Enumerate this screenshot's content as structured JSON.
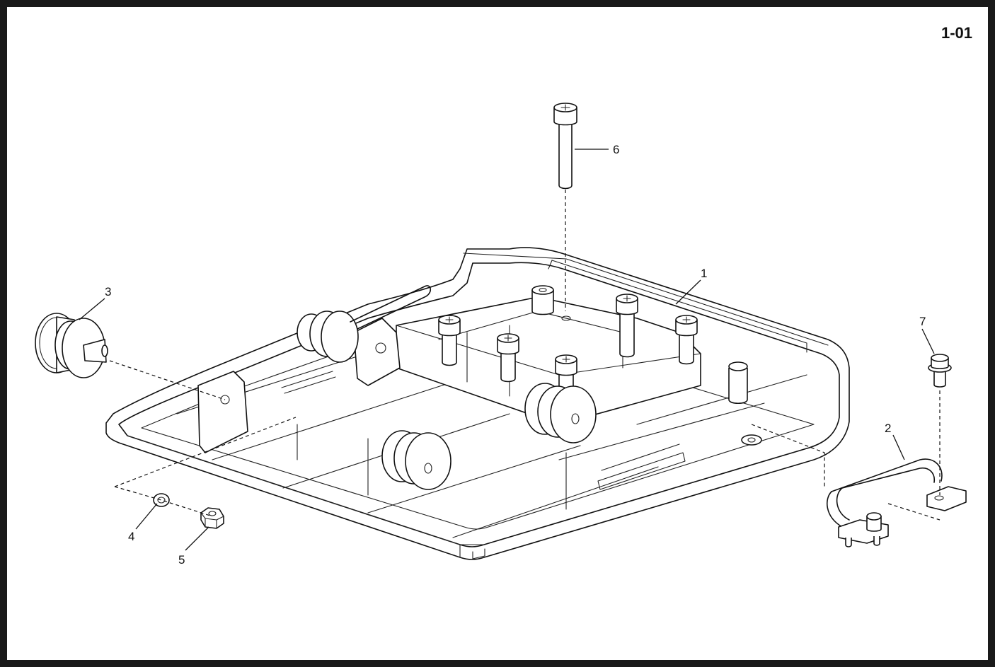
{
  "sheet": {
    "id": "1-01"
  },
  "callouts": [
    {
      "number": "1",
      "part": "base-plate"
    },
    {
      "number": "2",
      "part": "handle"
    },
    {
      "number": "3",
      "part": "roller"
    },
    {
      "number": "4",
      "part": "washer"
    },
    {
      "number": "5",
      "part": "nut"
    },
    {
      "number": "6",
      "part": "socket-head-bolt"
    },
    {
      "number": "7",
      "part": "flange-bolt"
    }
  ]
}
